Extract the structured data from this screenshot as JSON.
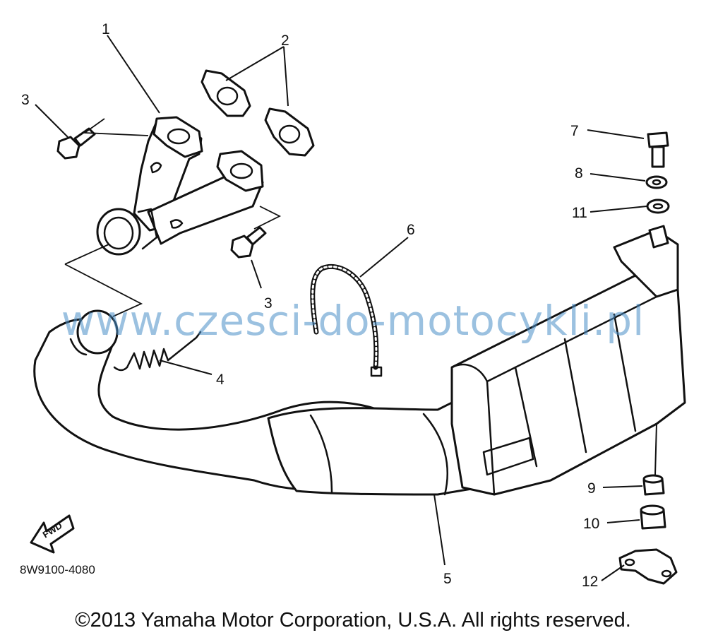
{
  "diagram": {
    "callouts": [
      "1",
      "2",
      "3",
      "3",
      "4",
      "5",
      "6",
      "7",
      "8",
      "9",
      "10",
      "11",
      "12"
    ],
    "part_code": "8W9100-4080",
    "fwd_label": "FWD"
  },
  "watermark": "www.czesci-do-motocykli.pl",
  "copyright": "©2013 Yamaha Motor Corporation, U.S.A. All rights reserved."
}
